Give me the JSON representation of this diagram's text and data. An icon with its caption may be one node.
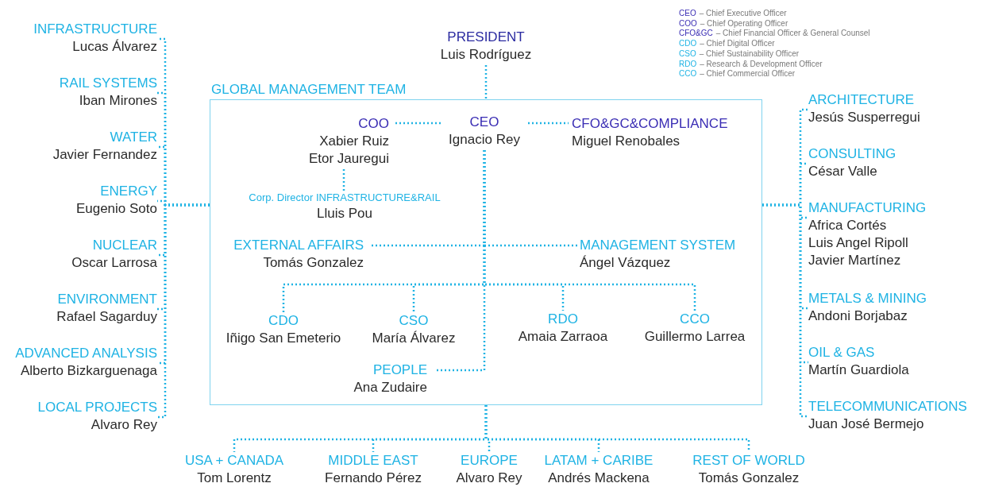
{
  "diagram": {
    "nodes": [
      {
        "text": [
          "PRESIDENT",
          "Luis Rodríguez"
        ]
      },
      {
        "text": [
          "GLOBAL MANAGEMENT TEAM"
        ]
      },
      {
        "text": [
          "CEO",
          "Ignacio Rey"
        ],
        "in": 1
      },
      {
        "text": [
          "COO",
          "Xabier Ruiz",
          "Etor Jauregui"
        ],
        "in": 1
      },
      {
        "text": [
          "CFO&GC&COMPLIANCE",
          "Miguel Renobales"
        ],
        "in": 1
      },
      {
        "text": [
          "Corp. Director INFRASTRUCTURE&RAIL",
          "Lluis Pou"
        ],
        "in": 1
      },
      {
        "text": [
          "EXTERNAL AFFAIRS",
          "Tomás Gonzalez"
        ],
        "in": 1
      },
      {
        "text": [
          "MANAGEMENT SYSTEM",
          "Ángel Vázquez"
        ],
        "in": 1
      },
      {
        "text": [
          "CDO",
          "Iñigo San Emeterio"
        ],
        "in": 1
      },
      {
        "text": [
          "CSO",
          "María Álvarez"
        ],
        "in": 1
      },
      {
        "text": [
          "RDO",
          "Amaia Zarraoa"
        ],
        "in": 1
      },
      {
        "text": [
          "CCO",
          "Guillermo Larrea"
        ],
        "in": 1
      },
      {
        "text": [
          "PEOPLE",
          "Ana Zudaire"
        ],
        "in": 1
      },
      {
        "text": [
          "INFRASTRUCTURE",
          "Lucas Álvarez"
        ]
      },
      {
        "text": [
          "RAIL SYSTEMS",
          "Iban Mirones"
        ]
      },
      {
        "text": [
          "WATER",
          "Javier Fernandez"
        ]
      },
      {
        "text": [
          "ENERGY",
          "Eugenio Soto"
        ]
      },
      {
        "text": [
          "NUCLEAR",
          "Oscar Larrosa"
        ]
      },
      {
        "text": [
          "ENVIRONMENT",
          "Rafael Sagarduy"
        ]
      },
      {
        "text": [
          "ADVANCED ANALYSIS",
          "Alberto Bizkarguenaga"
        ]
      },
      {
        "text": [
          "LOCAL PROJECTS",
          "Alvaro Rey"
        ]
      },
      {
        "text": [
          "ARCHITECTURE",
          "Jesús Susperregui"
        ]
      },
      {
        "text": [
          "CONSULTING",
          "César Valle"
        ]
      },
      {
        "text": [
          "MANUFACTURING",
          "Africa Cortés",
          "Luis Angel Ripoll",
          "Javier Martínez"
        ]
      },
      {
        "text": [
          "METALS & MINING",
          "Andoni Borjabaz"
        ]
      },
      {
        "text": [
          "OIL & GAS",
          "Martín Guardiola"
        ]
      },
      {
        "text": [
          "TELECOMMUNICATIONS",
          "Juan José Bermejo"
        ]
      },
      {
        "text": [
          "USA + CANADA",
          "Tom Lorentz"
        ]
      },
      {
        "text": [
          "MIDDLE EAST",
          "Fernando Pérez"
        ]
      },
      {
        "text": [
          "EUROPE",
          "Alvaro Rey"
        ]
      },
      {
        "text": [
          "LATAM + CARIBE",
          "Andrés Mackena"
        ]
      },
      {
        "text": [
          "REST OF WORLD",
          "Tomás Gonzalez"
        ]
      }
    ],
    "edges": [
      {
        "from": 0,
        "to": 1,
        "arrow": "none",
        "style": "dashed"
      },
      {
        "from": 2,
        "to": 3,
        "arrow": "none",
        "style": "dashed"
      },
      {
        "from": 2,
        "to": 4,
        "arrow": "none",
        "style": "dashed"
      },
      {
        "from": 3,
        "to": 5,
        "arrow": "none",
        "style": "dashed"
      },
      {
        "from": 2,
        "to": 6,
        "arrow": "none",
        "style": "dashed"
      },
      {
        "from": 2,
        "to": 7,
        "arrow": "none",
        "style": "dashed"
      },
      {
        "from": 2,
        "to": 8,
        "arrow": "none",
        "style": "dashed"
      },
      {
        "from": 2,
        "to": 9,
        "arrow": "none",
        "style": "dashed"
      },
      {
        "from": 2,
        "to": 10,
        "arrow": "none",
        "style": "dashed"
      },
      {
        "from": 2,
        "to": 11,
        "arrow": "none",
        "style": "dashed"
      },
      {
        "from": 2,
        "to": 12,
        "arrow": "none",
        "style": "dashed"
      },
      {
        "from": 1,
        "to": 13,
        "arrow": "none",
        "style": "dashed"
      },
      {
        "from": 1,
        "to": 14,
        "arrow": "none",
        "style": "dashed"
      },
      {
        "from": 1,
        "to": 15,
        "arrow": "none",
        "style": "dashed"
      },
      {
        "from": 1,
        "to": 16,
        "arrow": "none",
        "style": "dashed"
      },
      {
        "from": 1,
        "to": 17,
        "arrow": "none",
        "style": "dashed"
      },
      {
        "from": 1,
        "to": 18,
        "arrow": "none",
        "style": "dashed"
      },
      {
        "from": 1,
        "to": 19,
        "arrow": "none",
        "style": "dashed"
      },
      {
        "from": 1,
        "to": 20,
        "arrow": "none",
        "style": "dashed"
      },
      {
        "from": 1,
        "to": 21,
        "arrow": "none",
        "style": "dashed"
      },
      {
        "from": 1,
        "to": 22,
        "arrow": "none",
        "style": "dashed"
      },
      {
        "from": 1,
        "to": 23,
        "arrow": "none",
        "style": "dashed"
      },
      {
        "from": 1,
        "to": 24,
        "arrow": "none",
        "style": "dashed"
      },
      {
        "from": 1,
        "to": 25,
        "arrow": "none",
        "style": "dashed"
      },
      {
        "from": 1,
        "to": 26,
        "arrow": "none",
        "style": "dashed"
      },
      {
        "from": 1,
        "to": 27,
        "arrow": "none",
        "style": "dashed"
      },
      {
        "from": 1,
        "to": 28,
        "arrow": "none",
        "style": "dashed"
      },
      {
        "from": 1,
        "to": 29,
        "arrow": "none",
        "style": "dashed"
      },
      {
        "from": 1,
        "to": 30,
        "arrow": "none",
        "style": "dashed"
      },
      {
        "from": 1,
        "to": 31,
        "arrow": "none",
        "style": "dashed"
      }
    ],
    "labels": [
      "CEO",
      "– Chief Executive Officer",
      "COO",
      "– Chief Operating Officer",
      "CFO&GC",
      "– Chief Financial Officer & General Counsel",
      "CDO",
      "– Chief Digital Officer",
      "CSO",
      "– Chief Sustainability Officer",
      "RDO",
      "– Research & Development Officer",
      "CCO",
      "– Chief Commercial Officer"
    ]
  }
}
